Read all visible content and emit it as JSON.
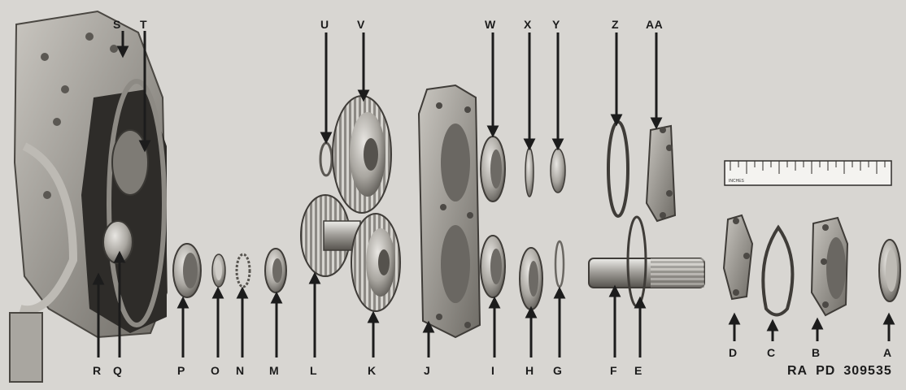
{
  "callouts_top": [
    "S",
    "T",
    "U",
    "V",
    "W",
    "X",
    "Y",
    "Z",
    "AA"
  ],
  "callouts_bottom": [
    "R",
    "Q",
    "P",
    "O",
    "N",
    "M",
    "L",
    "K",
    "J",
    "I",
    "H",
    "G",
    "F",
    "E",
    "D",
    "C",
    "B",
    "A"
  ],
  "caption": {
    "part1": "RA",
    "part2": "PD",
    "part3": "309535"
  },
  "ruler_label": "INCHES"
}
